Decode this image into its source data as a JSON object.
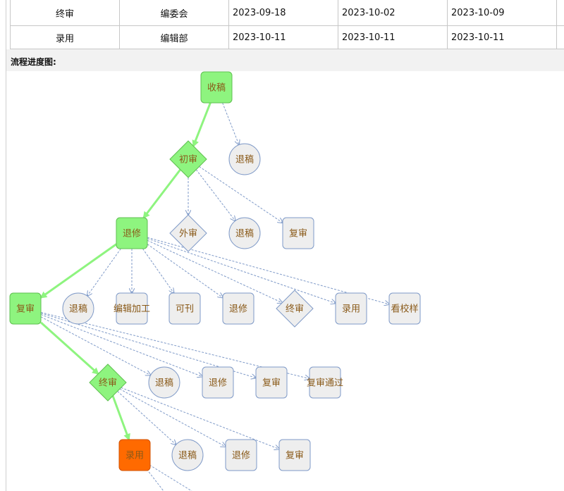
{
  "table": {
    "rows": [
      {
        "step": "终审",
        "handler": "编委会",
        "date1": "2023-09-18",
        "date2": "2023-10-02",
        "date3": "2023-10-09",
        "extra": ""
      },
      {
        "step": "录用",
        "handler": "编辑部",
        "date1": "2023-10-11",
        "date2": "2023-10-11",
        "date3": "2023-10-11",
        "extra": ""
      }
    ]
  },
  "section": {
    "title": "流程进度图:"
  },
  "colors": {
    "done": "#8ef47f",
    "doneStroke": "#5fbf50",
    "current": "#ff6a00",
    "pending": "#eeeeee",
    "pendingStroke": "#7f9ac8",
    "text": "#8a5a19",
    "path": "#8ef47f",
    "dash": "#7f9ac8"
  },
  "flow": {
    "nodes": [
      {
        "id": "n_receive",
        "label": "收稿",
        "shape": "rect",
        "state": "done"
      },
      {
        "id": "n_init",
        "label": "初审",
        "shape": "diamond",
        "state": "done"
      },
      {
        "id": "n_reject1",
        "label": "退稿",
        "shape": "circle",
        "state": "pending"
      },
      {
        "id": "n_revise",
        "label": "退修",
        "shape": "rect",
        "state": "done"
      },
      {
        "id": "n_external",
        "label": "外审",
        "shape": "diamond",
        "state": "pending"
      },
      {
        "id": "n_reject2",
        "label": "退稿",
        "shape": "circle",
        "state": "pending"
      },
      {
        "id": "n_rereview1",
        "label": "复审",
        "shape": "rect",
        "state": "pending"
      },
      {
        "id": "n_rereview",
        "label": "复审",
        "shape": "rect",
        "state": "done"
      },
      {
        "id": "n_reject3",
        "label": "退稿",
        "shape": "circle",
        "state": "pending"
      },
      {
        "id": "n_edit",
        "label": "编辑加工",
        "shape": "rect",
        "state": "pending"
      },
      {
        "id": "n_publishable",
        "label": "可刊",
        "shape": "rect",
        "state": "pending"
      },
      {
        "id": "n_revise2",
        "label": "退修",
        "shape": "rect",
        "state": "pending"
      },
      {
        "id": "n_final1",
        "label": "终审",
        "shape": "diamond",
        "state": "pending"
      },
      {
        "id": "n_accept1",
        "label": "录用",
        "shape": "rect",
        "state": "pending"
      },
      {
        "id": "n_proof",
        "label": "看校样",
        "shape": "rect",
        "state": "pending"
      },
      {
        "id": "n_final",
        "label": "终审",
        "shape": "diamond",
        "state": "done"
      },
      {
        "id": "n_reject4",
        "label": "退稿",
        "shape": "circle",
        "state": "pending"
      },
      {
        "id": "n_revise3",
        "label": "退修",
        "shape": "rect",
        "state": "pending"
      },
      {
        "id": "n_rereview2",
        "label": "复审",
        "shape": "rect",
        "state": "pending"
      },
      {
        "id": "n_passed",
        "label": "复审通过",
        "shape": "rect",
        "state": "pending"
      },
      {
        "id": "n_accept",
        "label": "录用",
        "shape": "rect",
        "state": "current"
      },
      {
        "id": "n_reject5",
        "label": "退稿",
        "shape": "circle",
        "state": "pending"
      },
      {
        "id": "n_revise4",
        "label": "退修",
        "shape": "rect",
        "state": "pending"
      },
      {
        "id": "n_rereview3",
        "label": "复审",
        "shape": "rect",
        "state": "pending"
      }
    ],
    "edges": [
      {
        "from": "n_receive",
        "to": "n_init",
        "path": true
      },
      {
        "from": "n_receive",
        "to": "n_reject1"
      },
      {
        "from": "n_init",
        "to": "n_revise",
        "path": true
      },
      {
        "from": "n_init",
        "to": "n_external"
      },
      {
        "from": "n_init",
        "to": "n_reject2"
      },
      {
        "from": "n_init",
        "to": "n_rereview1"
      },
      {
        "from": "n_revise",
        "to": "n_rereview",
        "path": true
      },
      {
        "from": "n_revise",
        "to": "n_reject3"
      },
      {
        "from": "n_revise",
        "to": "n_edit"
      },
      {
        "from": "n_revise",
        "to": "n_publishable"
      },
      {
        "from": "n_revise",
        "to": "n_revise2"
      },
      {
        "from": "n_revise",
        "to": "n_final1"
      },
      {
        "from": "n_revise",
        "to": "n_accept1"
      },
      {
        "from": "n_revise",
        "to": "n_proof"
      },
      {
        "from": "n_rereview",
        "to": "n_final",
        "path": true
      },
      {
        "from": "n_rereview",
        "to": "n_reject4"
      },
      {
        "from": "n_rereview",
        "to": "n_revise3"
      },
      {
        "from": "n_rereview",
        "to": "n_rereview2"
      },
      {
        "from": "n_rereview",
        "to": "n_passed"
      },
      {
        "from": "n_final",
        "to": "n_accept",
        "path": true
      },
      {
        "from": "n_final",
        "to": "n_reject5"
      },
      {
        "from": "n_final",
        "to": "n_revise4"
      },
      {
        "from": "n_final",
        "to": "n_rereview3"
      }
    ]
  }
}
